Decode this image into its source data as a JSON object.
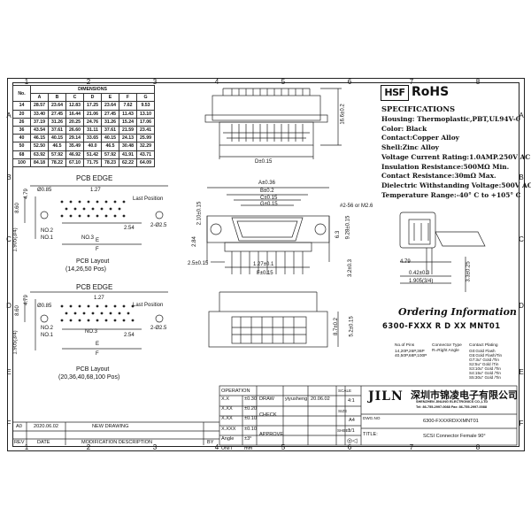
{
  "columns": [
    "1",
    "2",
    "3",
    "4",
    "5",
    "6",
    "7",
    "8"
  ],
  "rows": [
    "A",
    "B",
    "C",
    "D",
    "E",
    "F"
  ],
  "dimensions_table": {
    "title": "DIMENSIONS",
    "headers": [
      "No.",
      "A",
      "B",
      "C",
      "D",
      "E",
      "F",
      "G"
    ],
    "rows": [
      [
        "14",
        "28.57",
        "23.64",
        "12.83",
        "17.25",
        "23.64",
        "7.62",
        "9.53"
      ],
      [
        "20",
        "33.40",
        "27.45",
        "16.44",
        "21.06",
        "27.45",
        "11.43",
        "13.10"
      ],
      [
        "26",
        "37.19",
        "31.26",
        "20.25",
        "24.76",
        "31.26",
        "15.24",
        "17.06"
      ],
      [
        "36",
        "43.54",
        "37.61",
        "26.60",
        "31.11",
        "37.61",
        "21.59",
        "23.41"
      ],
      [
        "40",
        "46.15",
        "40.15",
        "29.14",
        "33.65",
        "40.15",
        "24.13",
        "25.99"
      ],
      [
        "50",
        "52.50",
        "46.5",
        "35.49",
        "40.0",
        "46.5",
        "30.48",
        "32.29"
      ],
      [
        "68",
        "63.92",
        "57.92",
        "46.92",
        "51.42",
        "57.92",
        "41.91",
        "43.71"
      ],
      [
        "100",
        "84.18",
        "78.22",
        "67.10",
        "71.75",
        "78.23",
        "62.22",
        "64.09"
      ]
    ]
  },
  "logos": {
    "hsf": "HSF",
    "rohs": "RoHS"
  },
  "specifications": {
    "title": "SPECIFICATIONS",
    "lines": [
      "Housing: Thermoplastic,PBT,UL94V-0",
      "Color: Black",
      "Contact:Copper Alloy",
      "Shell:Zinc Alloy",
      "Voltage Current Rating:1.0AMP.250V AC",
      "Insulation Resistance:500MΩ  Min.",
      "Contact Resistance:30mΩ  Max.",
      "Dielectric Withstanding Voltage:500V AC",
      "Temperature Range:-40° C to +105° C"
    ]
  },
  "pcb_top": {
    "title": "PCB EDGE",
    "labels": [
      "Ø0.85",
      "1.27",
      "Last Position",
      "8.60",
      "4.79",
      "NO.2",
      "NO.1",
      "NO.3",
      "2.54",
      "2-Ø2.5",
      "1.905(3/4)",
      "E",
      "F"
    ],
    "layout_label": "PCB Layout",
    "layout_sub": "(14,26,50 Pos)"
  },
  "pcb_bottom": {
    "title": "PCB EDGE",
    "labels": [
      "1.27",
      "Ø0.85",
      "Last Position",
      "8.60",
      "4.79",
      "NO.2",
      "NO.1",
      "NO.3",
      "2.54",
      "2-Ø2.5",
      "1.905(3/4)",
      "E",
      "F"
    ],
    "layout_label": "PCB Layout",
    "layout_sub": "(20,36,40,68,100 Pos)"
  },
  "views": {
    "top_dims": [
      "D±0.15",
      "16.6±0.2"
    ],
    "front_dims": [
      "A±0.36",
      "B±0.2",
      "C±0.15",
      "G±0.15",
      "#2-56 or M2.6",
      "2.10±0.15",
      "2.84",
      "6.3",
      "9.28±0.15",
      "1.27±0.1",
      "2.5±0.15",
      "F±0.15",
      "3.2±0.3"
    ],
    "bottom_dims": [
      "8.7±0.2",
      "5.2±0.15"
    ],
    "side_dims": [
      "4.79",
      "0.42±0.3",
      "1.905(3/4)",
      "3.3±0.25"
    ]
  },
  "ordering": {
    "title": "Ordering Information",
    "code": "6300-FXXX R D XX MNT01",
    "notes": [
      {
        "head": "No.of Pins",
        "body": "14,20P,26P,36P\n40,50P,68P,100P"
      },
      {
        "head": "Connector Type",
        "body": "R=Right Angle"
      },
      {
        "head": "Contact Plating",
        "body": "G0:Gold Flash\nG5:Gold Flash/Tin\nG7:3u\" Gold /Tin\nS2:5u\" Gold /Tin\nS3:10u\" Gold /Tin\nS4:15u\" Gold /Tin\nS5:30u\" Gold /Tin"
      }
    ]
  },
  "title_block": {
    "operation": "OPERATION",
    "tolerances": [
      {
        "range": "X.X",
        "value": "±0.30"
      },
      {
        "range": "X.XX",
        "value": "±0.20"
      },
      {
        "range": "X.XX",
        "value": "±0.10"
      },
      {
        "range": "X.XXX",
        "value": "±0.10"
      },
      {
        "range": "Angle",
        "value": "±3°"
      },
      {
        "range": "UNIT",
        "value": "mm"
      }
    ],
    "draw": "DRAW",
    "drawer": "yiyusheng",
    "date": "20.06.02",
    "check": "CHECK",
    "approve": "APPROVE",
    "scale_label": "SCALE",
    "scale": "4:1",
    "size_label": "SIZE",
    "size": "A4",
    "sheet_label": "SHEET",
    "sheet": "1/1",
    "company_logo": "JILN",
    "company_cn": "深圳市锦凌电子有限公司",
    "company_en": "SHENZHEN JINLING ELECTRONICS CO.,LTD",
    "company_tel": "Tel: 86-755-2997-0088    Fax: 86-755-2997-0088",
    "dwg_label": "DWG.NO",
    "dwg": "6300-FXXXRDXXMNT01",
    "title_label": "TITLE:",
    "title": "SCSI Connector Female 90°"
  },
  "revisions": {
    "headers": [
      "REV",
      "DATE",
      "MODIFICATION DESCRIPTION",
      "BY"
    ],
    "rows": [
      [
        "A0",
        "2020.06.02",
        "NEW DRAWING",
        ""
      ]
    ]
  }
}
